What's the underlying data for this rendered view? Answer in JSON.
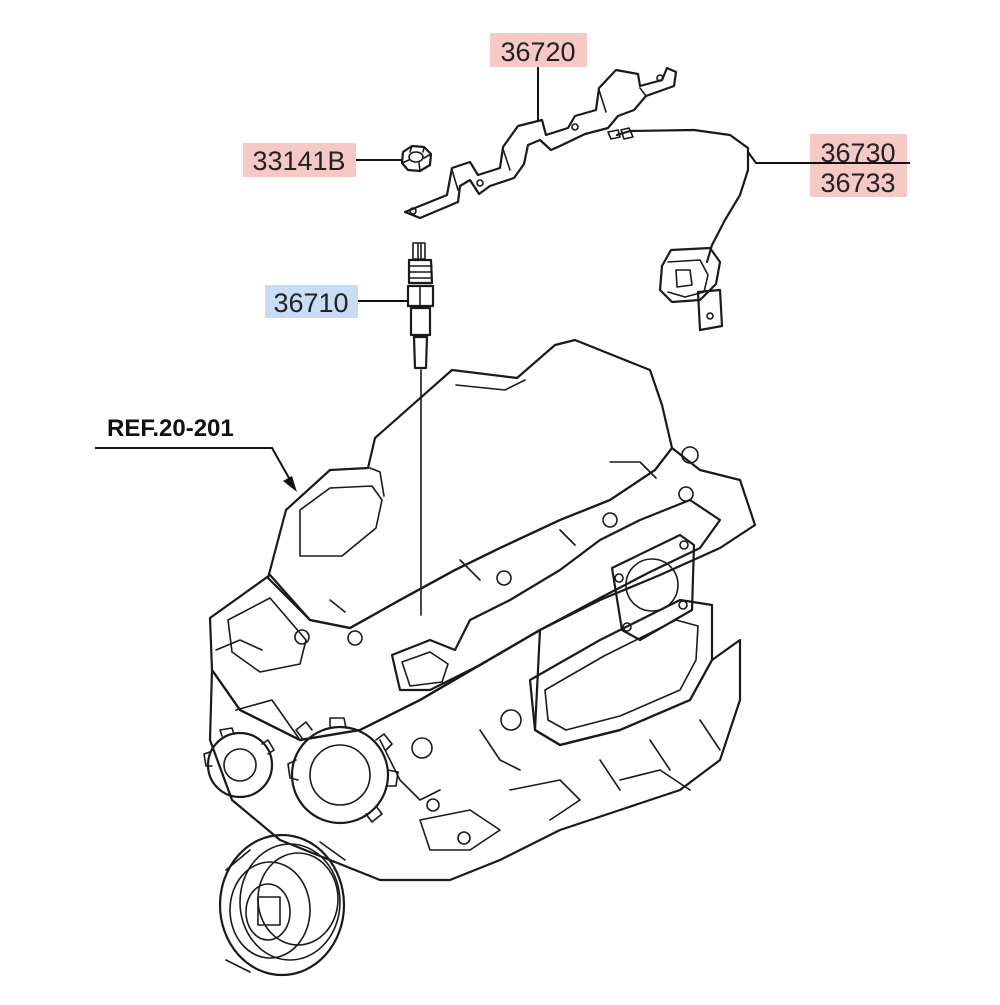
{
  "diagram": {
    "callouts": [
      {
        "id": "36720",
        "text": "36720",
        "highlight": "#f7c9c6"
      },
      {
        "id": "33141B",
        "text": "33141B",
        "highlight": "#f7c9c6"
      },
      {
        "id": "36730",
        "text": "36730",
        "highlight": "#f7c9c6"
      },
      {
        "id": "36733",
        "text": "36733",
        "highlight": "#f7c9c6"
      },
      {
        "id": "36710",
        "text": "36710",
        "highlight": "#c9dcf4"
      }
    ],
    "reference_label": "REF.20-201"
  },
  "colors": {
    "part_highlight_red": "#f7c9c6",
    "part_highlight_blue": "#c9dcf4",
    "line": "#1a1a1a"
  }
}
